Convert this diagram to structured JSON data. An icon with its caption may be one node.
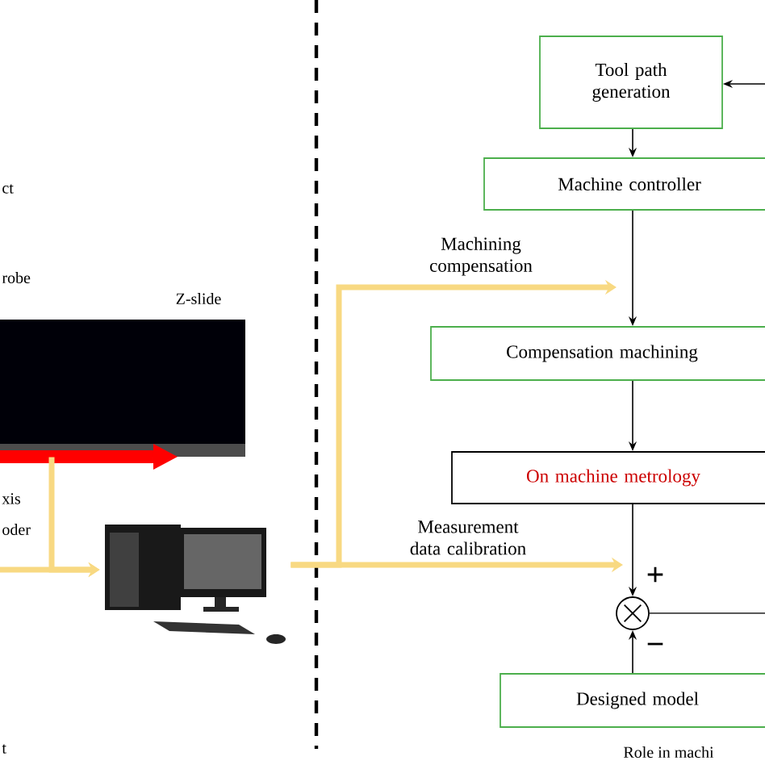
{
  "diagram": {
    "nodes": [
      {
        "text": [
          "Tool path generation"
        ]
      },
      {
        "text": [
          "Machine controller"
        ]
      },
      {
        "text": [
          "Compensation machining"
        ]
      },
      {
        "text": [
          "On machine metrology"
        ]
      },
      {
        "text": [],
        "shape": "circle"
      },
      {
        "text": [
          "Designed model"
        ]
      },
      {
        "text": [],
        "shape": "picture"
      },
      {
        "text": [],
        "shape": "picture"
      }
    ],
    "edges": [
      {
        "from": null,
        "to": 0,
        "arrow": "to"
      },
      {
        "from": 0,
        "to": 1,
        "arrow": "to"
      },
      {
        "from": 1,
        "to": 2,
        "arrow": "to"
      },
      {
        "from": 2,
        "to": 3,
        "arrow": "to"
      },
      {
        "from": 3,
        "to": 4,
        "arrow": "to"
      },
      {
        "from": 5,
        "to": 4,
        "arrow": "to"
      },
      {
        "from": 4,
        "to": null,
        "arrow": "none"
      },
      {
        "from": 7,
        "to": null,
        "arrow": "to",
        "label": "Machining compensation",
        "style": "thick",
        "color": "#f8d982"
      },
      {
        "from": 7,
        "to": null,
        "arrow": "to",
        "label": "Measurement data calibration",
        "style": "thick",
        "color": "#f8d982"
      },
      {
        "from": 6,
        "to": 7,
        "arrow": "to",
        "style": "thick",
        "color": "#f8d982"
      },
      {
        "from": null,
        "to": 7,
        "arrow": "to",
        "style": "thick",
        "color": "#f8d982"
      }
    ],
    "labels": [
      "ct",
      "robe",
      "Z-slide",
      "xis",
      "oder",
      "+",
      "−",
      "t",
      "Role in machi"
    ]
  }
}
